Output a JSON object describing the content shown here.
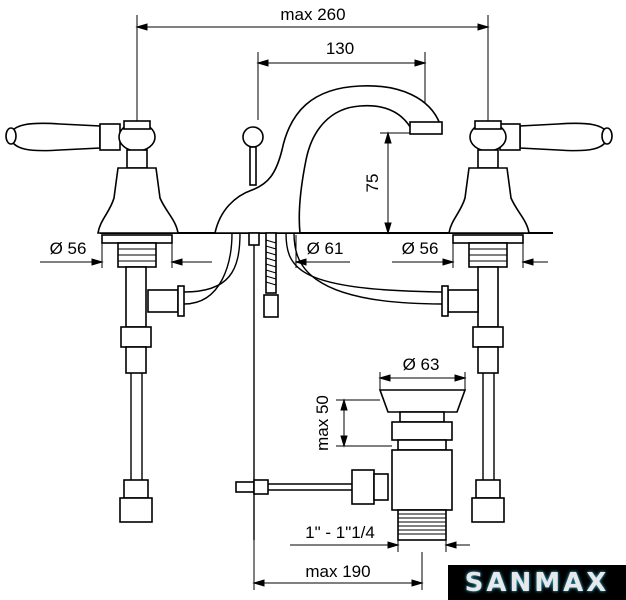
{
  "dimensions": {
    "max_width": "max 260",
    "spout_reach": "130",
    "spout_height": "75",
    "left_base_diameter": "Ø 56",
    "center_base_diameter": "Ø 61",
    "right_base_diameter": "Ø 56",
    "drain_diameter": "Ø 63",
    "drain_height": "max 50",
    "drain_thread": "1\" - 1\"1/4",
    "drain_length": "max 190"
  },
  "logo": {
    "text": "SANMAX"
  },
  "colors": {
    "line": "#000000",
    "background": "#ffffff"
  }
}
